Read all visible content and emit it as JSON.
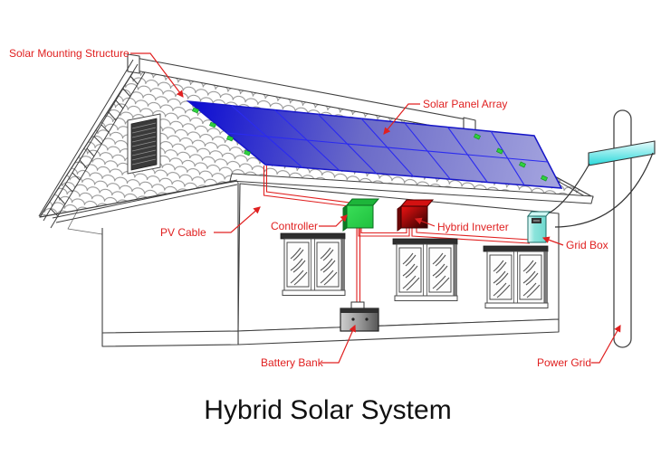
{
  "diagram": {
    "title": "Hybrid Solar System",
    "labels": {
      "solar_mounting_structure": "Solar Mounting Structure",
      "solar_panel_array": "Solar Panel Array",
      "pv_cable": "PV Cable",
      "controller": "Controller",
      "hybrid_inverter": "Hybrid Inverter",
      "grid_box": "Grid Box",
      "battery_bank": "Battery Bank",
      "power_grid": "Power Grid"
    },
    "colors": {
      "label": "#e02020",
      "title": "#111111",
      "panel_dark": "#0c0cd2",
      "panel_light": "#a8a8e0",
      "panel_grid": "#2a2af0",
      "controller_green": "#2bd14a",
      "inverter_red": "#d31111",
      "grid_box_cyan": "#8ce4dc",
      "crossarm_cyan": "#27d8da",
      "clip_green": "#2fd13f",
      "battery_gray": "#8a8a8a",
      "wire_black": "#333333",
      "outline": "#3f3f3f"
    }
  }
}
